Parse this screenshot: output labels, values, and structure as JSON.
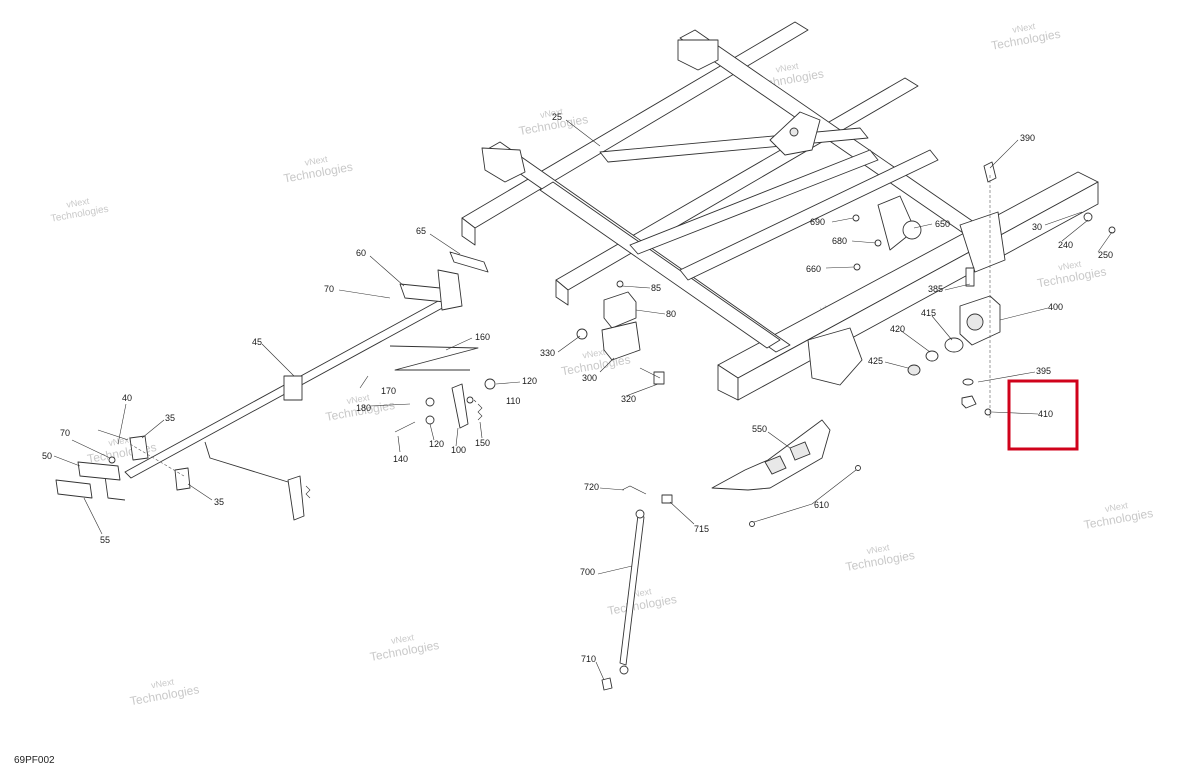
{
  "figure_code": "69PF002",
  "watermark": {
    "line1": "vNext",
    "line2": "Technologies"
  },
  "highlight_color": "#d0021b",
  "highlighted_part": "410",
  "callouts": {
    "c25": "25",
    "c390": "390",
    "c30": "30",
    "c240": "240",
    "c250": "250",
    "c690": "690",
    "c650": "650",
    "c680": "680",
    "c660": "660",
    "c65": "65",
    "c60": "60",
    "c70a": "70",
    "c85": "85",
    "c80": "80",
    "c385": "385",
    "c400": "400",
    "c415": "415",
    "c420": "420",
    "c425": "425",
    "c395": "395",
    "c410": "410",
    "c330": "330",
    "c300": "300",
    "c320": "320",
    "c160": "160",
    "c45": "45",
    "c170": "170",
    "c180": "180",
    "c120a": "120",
    "c110": "110",
    "c120b": "120",
    "c100": "100",
    "c150": "150",
    "c140": "140",
    "c40": "40",
    "c35a": "35",
    "c70b": "70",
    "c50": "50",
    "c35b": "35",
    "c55": "55",
    "c550": "550",
    "c610": "610",
    "c720": "720",
    "c715": "715",
    "c700": "700",
    "c710": "710"
  }
}
